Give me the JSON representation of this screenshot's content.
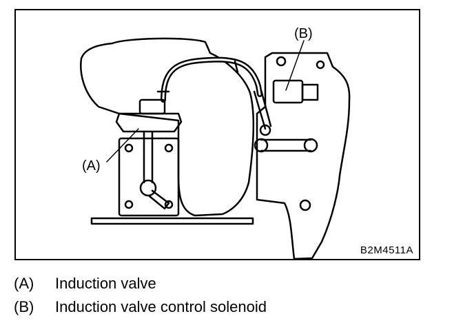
{
  "diagram": {
    "callouts": {
      "a": "(A)",
      "b": "(B)"
    },
    "figure_code": "B2M4511A"
  },
  "legend": [
    {
      "key": "(A)",
      "text": "Induction valve"
    },
    {
      "key": "(B)",
      "text": "Induction valve control solenoid"
    }
  ]
}
